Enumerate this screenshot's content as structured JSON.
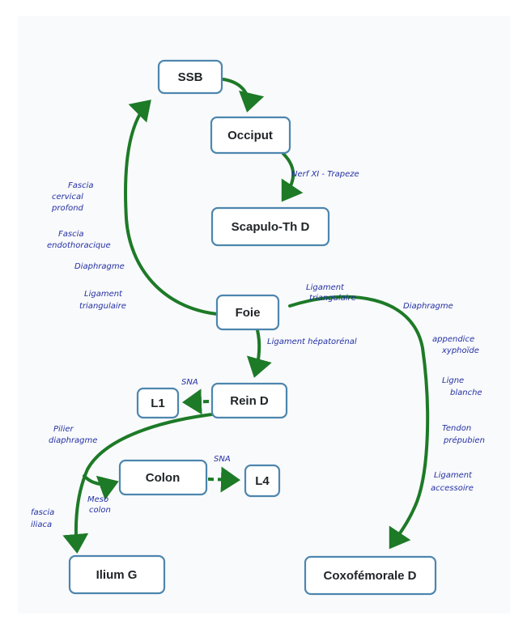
{
  "colors": {
    "box_border": "#4d86ae",
    "arrow": "#1d7a27",
    "handwriting": "#2431a3"
  },
  "nodes": {
    "ssb": "SSB",
    "occiput": "Occiput",
    "scapulo": "Scapulo-Th D",
    "foie": "Foie",
    "rein": "Rein D",
    "l1": "L1",
    "colon": "Colon",
    "l4": "L4",
    "ilium": "Ilium G",
    "coxo": "Coxofémorale D"
  },
  "notes": {
    "nerf": "Nerf XI - Trapeze",
    "fascia_cervical_1": "Fascia",
    "fascia_cervical_2": "cervical",
    "fascia_cervical_3": "profond",
    "fascia_endo_1": "Fascia",
    "fascia_endo_2": "endothoracique",
    "diaphragme_left": "Diaphragme",
    "lig_tri_left_1": "Ligament",
    "lig_tri_left_2": "triangulaire",
    "lig_tri_right_1": "Ligament",
    "lig_tri_right_2": "triangulaire",
    "diaphragme_right": "Diaphragme",
    "lig_hepato": "Ligament hépatorénal",
    "appendice_1": "appendice",
    "appendice_2": "xyphoïde",
    "ligne_1": "Ligne",
    "ligne_2": "blanche",
    "tendon_1": "Tendon",
    "tendon_2": "prépubien",
    "lig_acc_1": "Ligament",
    "lig_acc_2": "accessoire",
    "sna_l1": "SNA",
    "sna_l4": "SNA",
    "pilier_1": "Pilier",
    "pilier_2": "diaphragme",
    "meso_1": "Meso",
    "meso_2": "colon",
    "fascia_iliaca_1": "fascia",
    "fascia_iliaca_2": "iliaca"
  }
}
